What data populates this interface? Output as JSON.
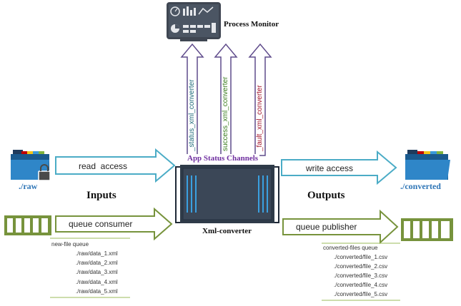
{
  "monitor": {
    "title": "Process Monitor",
    "icon": "dashboard-monitor-icon"
  },
  "channels": {
    "label": "App Status Channels",
    "status": "_status_xml_converter",
    "success": "success_xml_converter",
    "fault": "_fault_xml_converter"
  },
  "converter": {
    "label": "Xml-converter"
  },
  "inputs": {
    "heading": "Inputs",
    "folder_label": "./raw",
    "read_label": "read  access",
    "queue_label": "queue consumer",
    "queue_title": "new-file queue",
    "queue_items": [
      "./raw/data_1.xml",
      "./raw/data_2.xml",
      "./raw/data_3.xml",
      "./raw/data_4.xml",
      "./raw/data_5.xml"
    ]
  },
  "outputs": {
    "heading": "Outputs",
    "folder_label": "./converted",
    "write_label": "write access",
    "queue_label": "queue publisher",
    "queue_title": "converted-files queue",
    "queue_items": [
      "./converted/file_1.csv",
      "./converted/file_2.csv",
      "./converted/file_3.csv",
      "./converted/file_4.csv",
      "./converted/file_5.csv"
    ]
  },
  "colors": {
    "blue_arrow": "#4bacc6",
    "green_arrow": "#77933c",
    "channel_arrow": "#5f4b8b",
    "status_text": "#1f6b7a",
    "success_text": "#3a7d1e",
    "fault_text": "#a4142a",
    "purple_text": "#7030a0",
    "label_blue": "#2e75b6"
  }
}
